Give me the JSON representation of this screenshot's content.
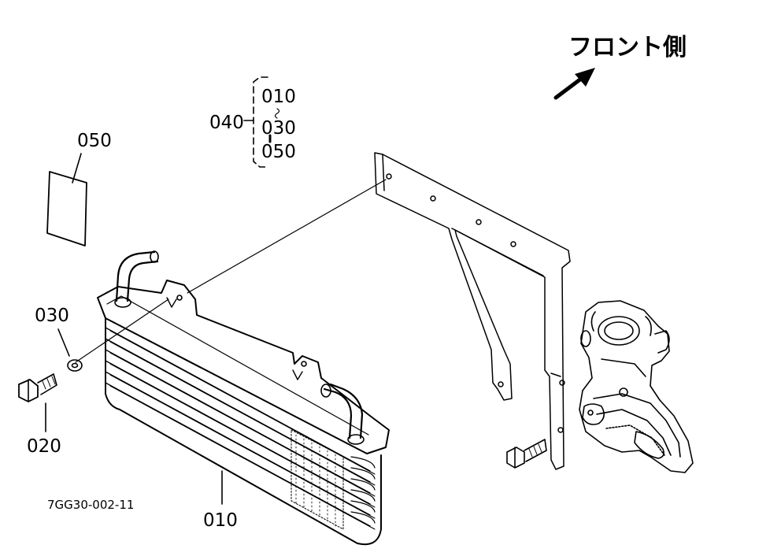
{
  "direction_label": "フロント側",
  "drawing_number": "7GG30-002-11",
  "callouts": {
    "c050": "050",
    "c030": "030",
    "c020": "020",
    "c010": "010",
    "c040": "040"
  },
  "kit_contents": [
    "010",
    "030",
    "050"
  ]
}
